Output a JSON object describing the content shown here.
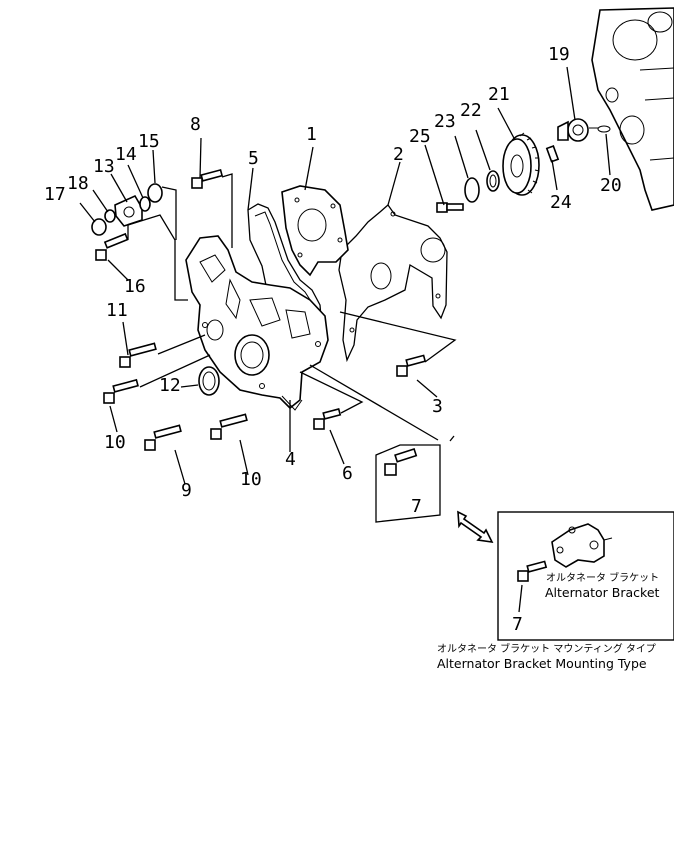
{
  "part_labels": {
    "p1": "1",
    "p2": "2",
    "p3": "3",
    "p4": "4",
    "p5": "5",
    "p6": "6",
    "p7": "7",
    "p7b": "7",
    "p8": "8",
    "p9": "9",
    "p10a": "10",
    "p10b": "10",
    "p11": "11",
    "p12": "12",
    "p13": "13",
    "p14": "14",
    "p15": "15",
    "p16": "16",
    "p17": "17",
    "p18": "18",
    "p19": "19",
    "p20": "20",
    "p21": "21",
    "p22": "22",
    "p23": "23",
    "p24": "24",
    "p25": "25"
  },
  "inset": {
    "bracket_label_jp": "オルタネータ ブラケット",
    "bracket_label_en": "Alternator Bracket",
    "type_label_jp": "オルタネータ ブラケット マウンティング タイプ",
    "type_label_en": "Alternator Bracket Mounting Type"
  }
}
